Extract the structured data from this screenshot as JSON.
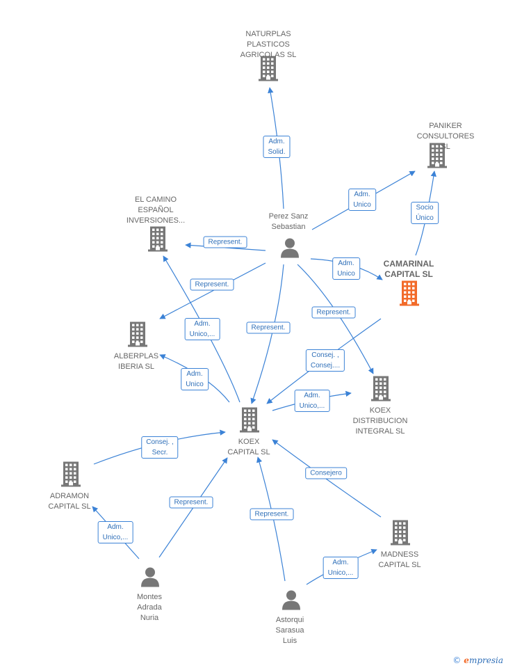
{
  "colors": {
    "edge": "#3b82d6",
    "node": "#777777",
    "focus": "#f26b2a"
  },
  "nodes": {
    "naturplas": {
      "label": "NATURPLAS\nPLASTICOS\nAGRICOLAS SL",
      "kind": "company"
    },
    "paniker": {
      "label": "PANIKER\nCONSULTORES SL",
      "kind": "company"
    },
    "camarinal": {
      "label": "CAMARINAL\nCAPITAL  SL",
      "kind": "company-focus"
    },
    "elcamino": {
      "label": "EL CAMINO\nESPAÑOL\nINVERSIONES...",
      "kind": "company"
    },
    "alberplas": {
      "label": "ALBERPLAS\nIBERIA SL",
      "kind": "company"
    },
    "koexdist": {
      "label": "KOEX\nDISTRIBUCION\nINTEGRAL SL",
      "kind": "company"
    },
    "koexcap": {
      "label": "KOEX\nCAPITAL  SL",
      "kind": "company"
    },
    "adramon": {
      "label": "ADRAMON\nCAPITAL  SL",
      "kind": "company"
    },
    "madness": {
      "label": "MADNESS\nCAPITAL  SL",
      "kind": "company"
    },
    "perez": {
      "label": "Perez Sanz\nSebastian",
      "kind": "person"
    },
    "montes": {
      "label": "Montes\nAdrada\nNuria",
      "kind": "person"
    },
    "astorqui": {
      "label": "Astorqui\nSarasua\nLuis",
      "kind": "person"
    }
  },
  "edges": [
    {
      "from": "perez",
      "to": "naturplas",
      "label": "Adm.\nSolid."
    },
    {
      "from": "perez",
      "to": "paniker",
      "label": "Adm.\nUnico"
    },
    {
      "from": "camarinal",
      "to": "paniker",
      "label": "Socio\nÚnico"
    },
    {
      "from": "perez",
      "to": "camarinal",
      "label": "Adm.\nUnico"
    },
    {
      "from": "perez",
      "to": "elcamino",
      "label": "Represent."
    },
    {
      "from": "perez",
      "to": "alberplas",
      "label": "Represent."
    },
    {
      "from": "perez",
      "to": "koexcap",
      "label": "Represent."
    },
    {
      "from": "perez",
      "to": "koexdist",
      "label": "Represent."
    },
    {
      "from": "koexcap",
      "to": "elcamino",
      "label": "Adm.\nUnico,..."
    },
    {
      "from": "koexcap",
      "to": "alberplas",
      "label": "Adm.\nUnico"
    },
    {
      "from": "camarinal",
      "to": "koexcap",
      "label": "Consej. ,\nConsej...."
    },
    {
      "from": "koexcap",
      "to": "koexdist",
      "label": "Adm.\nUnico,..."
    },
    {
      "from": "adramon",
      "to": "koexcap",
      "label": "Consej. ,\nSecr."
    },
    {
      "from": "madness",
      "to": "koexcap",
      "label": "Consejero"
    },
    {
      "from": "montes",
      "to": "adramon",
      "label": "Adm.\nUnico,..."
    },
    {
      "from": "montes",
      "to": "koexcap",
      "label": "Represent."
    },
    {
      "from": "astorqui",
      "to": "koexcap",
      "label": "Represent."
    },
    {
      "from": "astorqui",
      "to": "madness",
      "label": "Adm.\nUnico,..."
    }
  ],
  "brand": {
    "copyright": "©",
    "name": "mpresia",
    "initial": "e"
  }
}
